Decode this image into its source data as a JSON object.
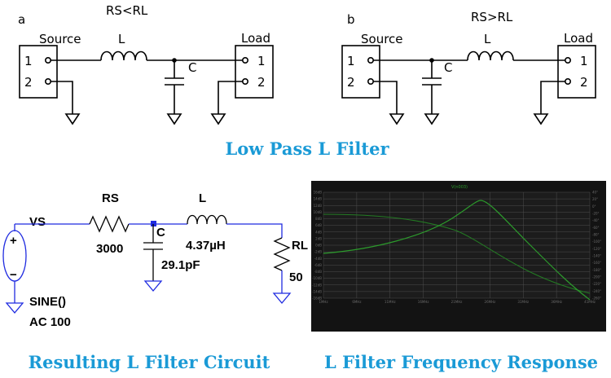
{
  "schematic_a": {
    "letter": "a",
    "condition": "RS<RL",
    "source_label": "Source",
    "load_label": "Load",
    "inductor_label": "L",
    "capacitor_label": "C",
    "pin1": "1",
    "pin2": "2"
  },
  "schematic_b": {
    "letter": "b",
    "condition": "RS>RL",
    "source_label": "Source",
    "load_label": "Load",
    "inductor_label": "L",
    "capacitor_label": "C",
    "pin1": "1",
    "pin2": "2"
  },
  "top_caption": "Low Pass L Filter",
  "circuit": {
    "vs_label": "VS",
    "rs_label": "RS",
    "rs_value": "3000",
    "c_label": "C",
    "c_value": "29.1pF",
    "l_label": "L",
    "l_value": "4.37µH",
    "rl_label": "RL",
    "rl_value": "50",
    "source_func": "SINE()",
    "source_ac": "AC 100",
    "plus": "+",
    "minus": "−"
  },
  "plot": {
    "title": "V(n003)",
    "x_ticks": [
      "1MHz",
      "6MHz",
      "11MHz",
      "16MHz",
      "21MHz",
      "26MHz",
      "31MHz",
      "36MHz",
      "41MHz"
    ],
    "y_left_ticks": [
      "16dB",
      "14dB",
      "12dB",
      "10dB",
      "8dB",
      "6dB",
      "4dB",
      "2dB",
      "0dB",
      "-2dB",
      "-4dB",
      "-6dB",
      "-8dB",
      "-10dB",
      "-12dB",
      "-14dB",
      "-16dB"
    ],
    "y_right_ticks": [
      "40°",
      "20°",
      "0°",
      "-20°",
      "-40°",
      "-60°",
      "-80°",
      "-100°",
      "-120°",
      "-140°",
      "-160°",
      "-180°",
      "-200°",
      "-220°",
      "-240°",
      "-260°"
    ],
    "colors": {
      "background": "#131313",
      "grid": "#4c4c4c",
      "trace": "#2c9a2c",
      "trace_dim": "#237a23"
    }
  },
  "bottom_left_caption": "Resulting L Filter Circuit",
  "bottom_right_caption": "L Filter Frequency Response"
}
